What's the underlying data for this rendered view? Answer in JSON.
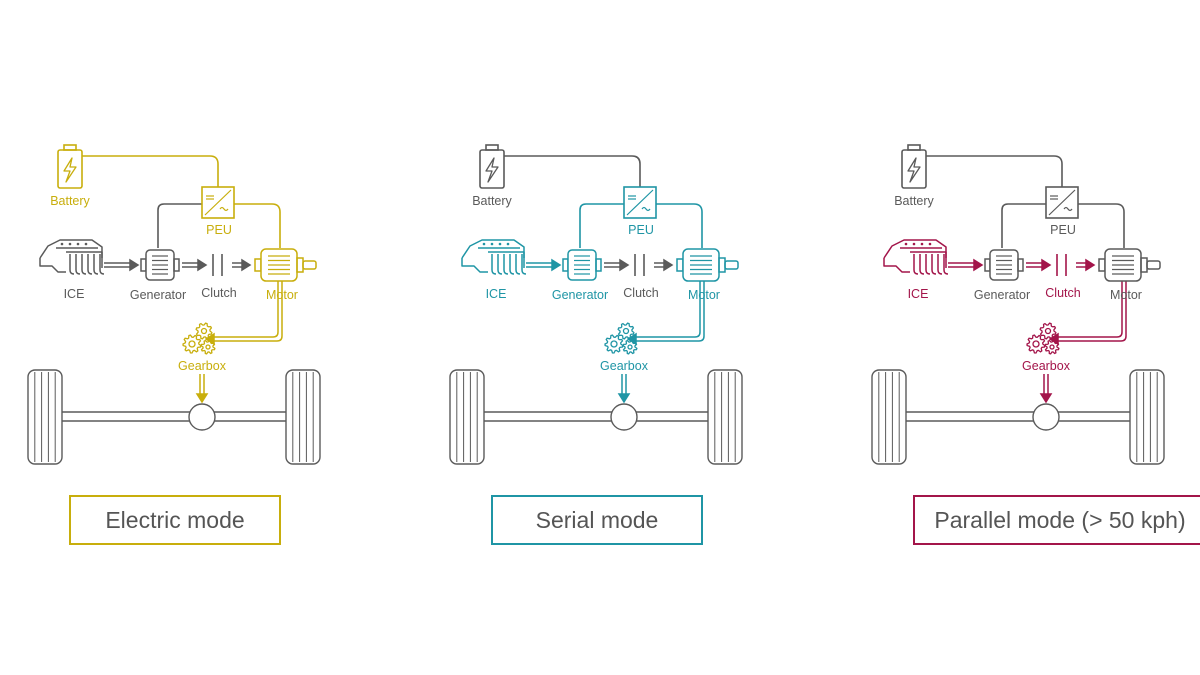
{
  "colors": {
    "neutral": "#5a5a5a",
    "electric": "#c8ae0c",
    "serial": "#1f95a5",
    "parallel": "#a3154a"
  },
  "icons": [
    "battery-icon",
    "peu-converter-icon",
    "ice-engine-icon",
    "generator-icon",
    "clutch-icon",
    "motor-icon",
    "gearbox-gears-icon",
    "wheel-icon",
    "differential-icon"
  ],
  "panels": [
    {
      "id": "electric",
      "mode_label": "Electric mode",
      "accent": "#c8ae0c",
      "labels": {
        "battery": "Battery",
        "peu": "PEU",
        "ice": "ICE",
        "generator": "Generator",
        "clutch": "Clutch",
        "motor": "Motor",
        "gearbox": "Gearbox"
      },
      "active": [
        "battery",
        "peu",
        "motor",
        "gearbox",
        "battery-peu",
        "peu-motor",
        "motor-gearbox",
        "gearbox-axle"
      ]
    },
    {
      "id": "serial",
      "mode_label": "Serial mode",
      "accent": "#1f95a5",
      "labels": {
        "battery": "Battery",
        "peu": "PEU",
        "ice": "ICE",
        "generator": "Generator",
        "clutch": "Clutch",
        "motor": "Motor",
        "gearbox": "Gearbox"
      },
      "active": [
        "peu",
        "ice",
        "generator",
        "motor",
        "gearbox",
        "ice-generator",
        "generator-peu",
        "peu-motor",
        "motor-gearbox",
        "gearbox-axle"
      ]
    },
    {
      "id": "parallel",
      "mode_label": "Parallel mode (> 50 kph)",
      "accent": "#a3154a",
      "labels": {
        "battery": "Battery",
        "peu": "PEU",
        "ice": "ICE",
        "generator": "Generator",
        "clutch": "Clutch",
        "motor": "Motor",
        "gearbox": "Gearbox"
      },
      "active": [
        "ice",
        "clutch",
        "gearbox",
        "ice-generator",
        "generator-clutch",
        "clutch-motor",
        "motor-gearbox",
        "gearbox-axle"
      ]
    }
  ]
}
